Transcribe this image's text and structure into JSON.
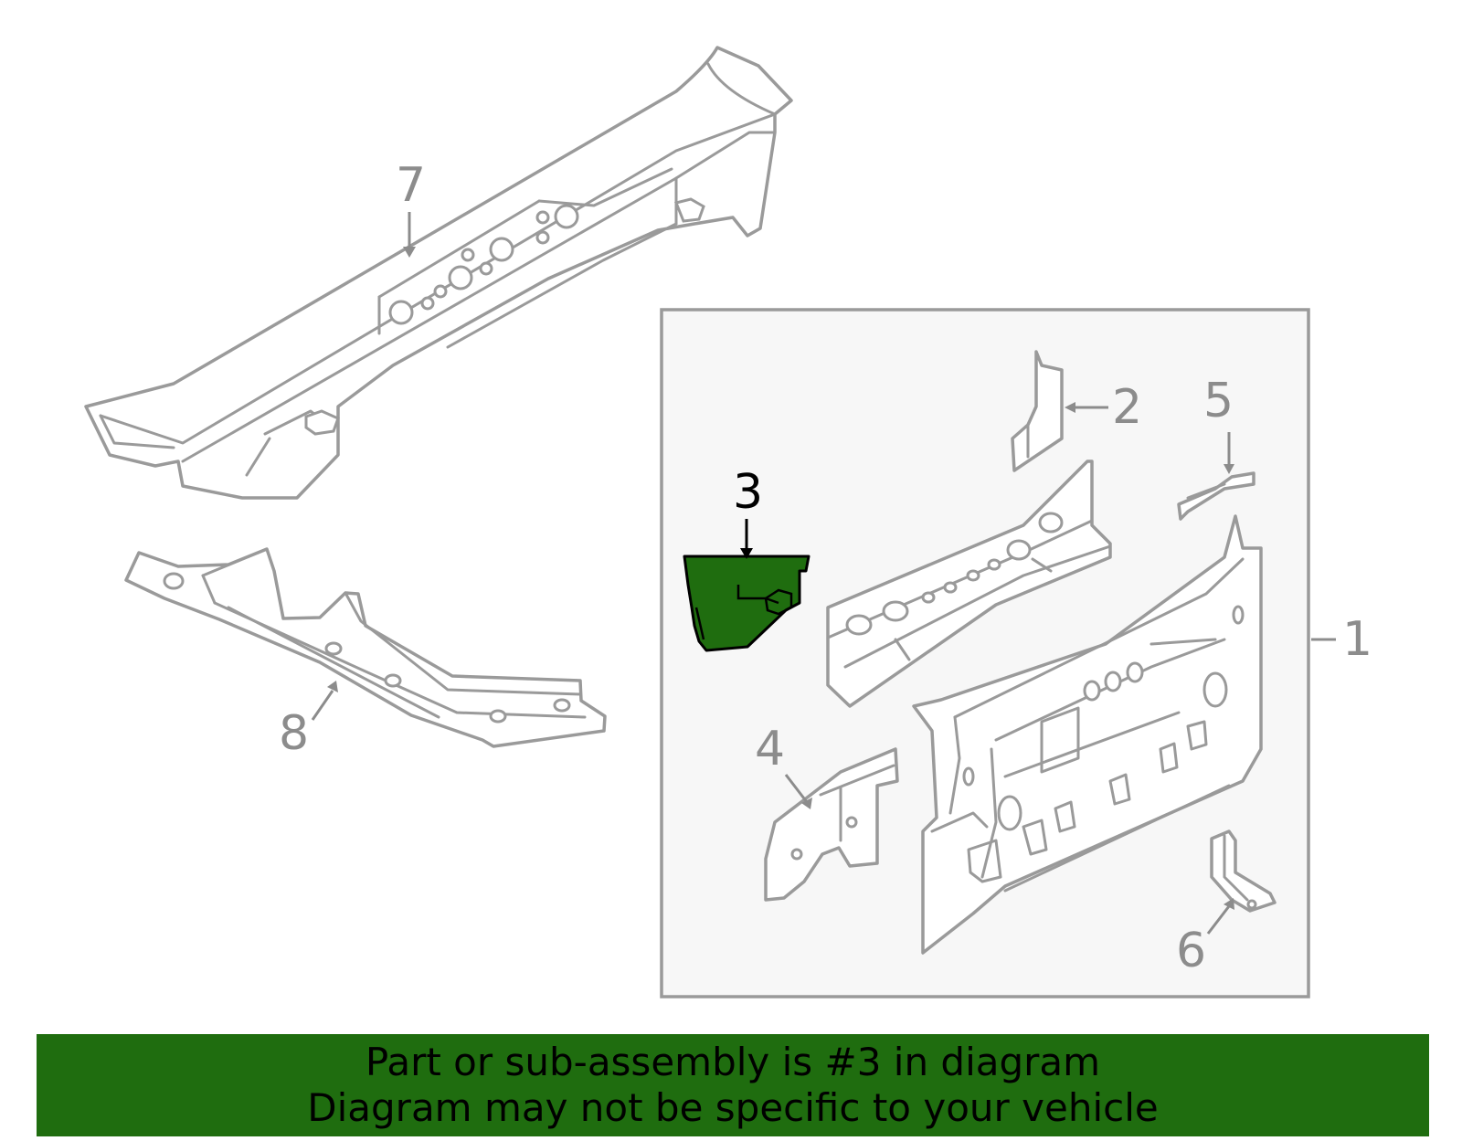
{
  "callouts": {
    "c1": "1",
    "c2": "2",
    "c3": "3",
    "c4": "4",
    "c5": "5",
    "c6": "6",
    "c7": "7",
    "c8": "8"
  },
  "highlighted_part": "3",
  "colors": {
    "highlight_fill": "#1f6d0f",
    "banner_bg": "#1f6d0f",
    "line_gray": "#9a9a9a",
    "subassembly_box_bg": "#f7f7f7"
  },
  "banner": {
    "line1": "Part or sub-assembly is #3 in diagram",
    "line2": "Diagram may not be specific to your vehicle"
  }
}
